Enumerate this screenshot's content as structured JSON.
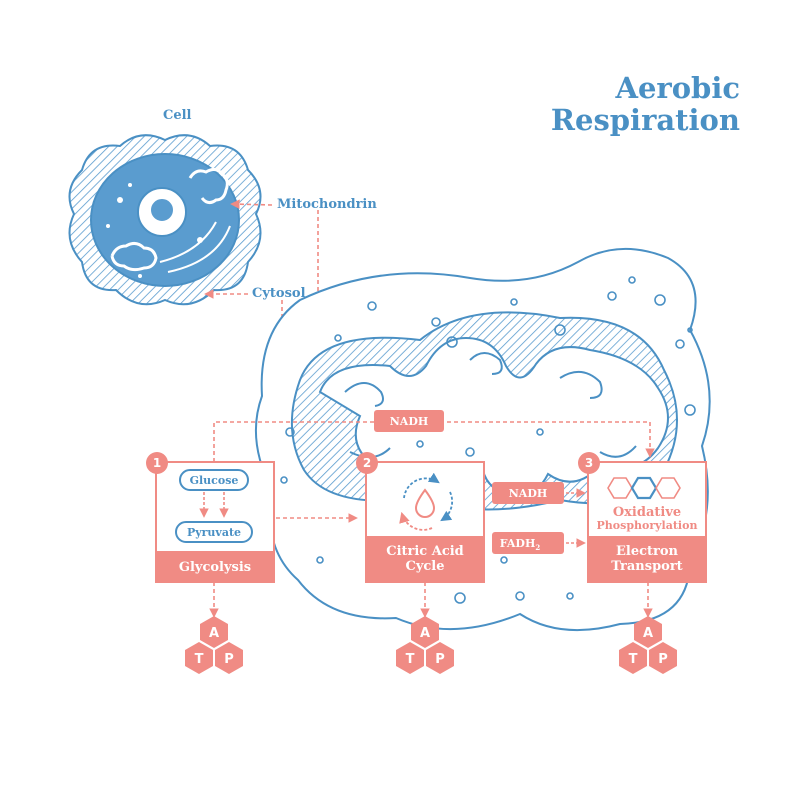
{
  "title": {
    "line1": "Aerobic",
    "line2": "Respiration"
  },
  "labels": {
    "cell": "Cell",
    "mitochondrin": "Mitochondrin",
    "cytosol": "Cytosol",
    "nadh_top": "NADH"
  },
  "steps": [
    {
      "number": "1",
      "name": "Glycolysis",
      "molecules": [
        "Glucose",
        "Pyruvate"
      ]
    },
    {
      "number": "2",
      "name_line1": "Citric Acid",
      "name_line2": "Cycle"
    },
    {
      "number": "3",
      "heading_line1": "Oxidative",
      "heading_line2": "Phosphorylation",
      "name_line1": "Electron",
      "name_line2": "Transport"
    }
  ],
  "carriers": {
    "nadh": "NADH",
    "fadh_base": "FADH",
    "fadh_sub": "2"
  },
  "atp": {
    "a": "A",
    "t": "T",
    "p": "P"
  },
  "colors": {
    "blue": "#4a90c4",
    "blue_fill": "#5a9ccf",
    "salmon": "#f08b84",
    "salmon_dark": "#e7746d"
  }
}
